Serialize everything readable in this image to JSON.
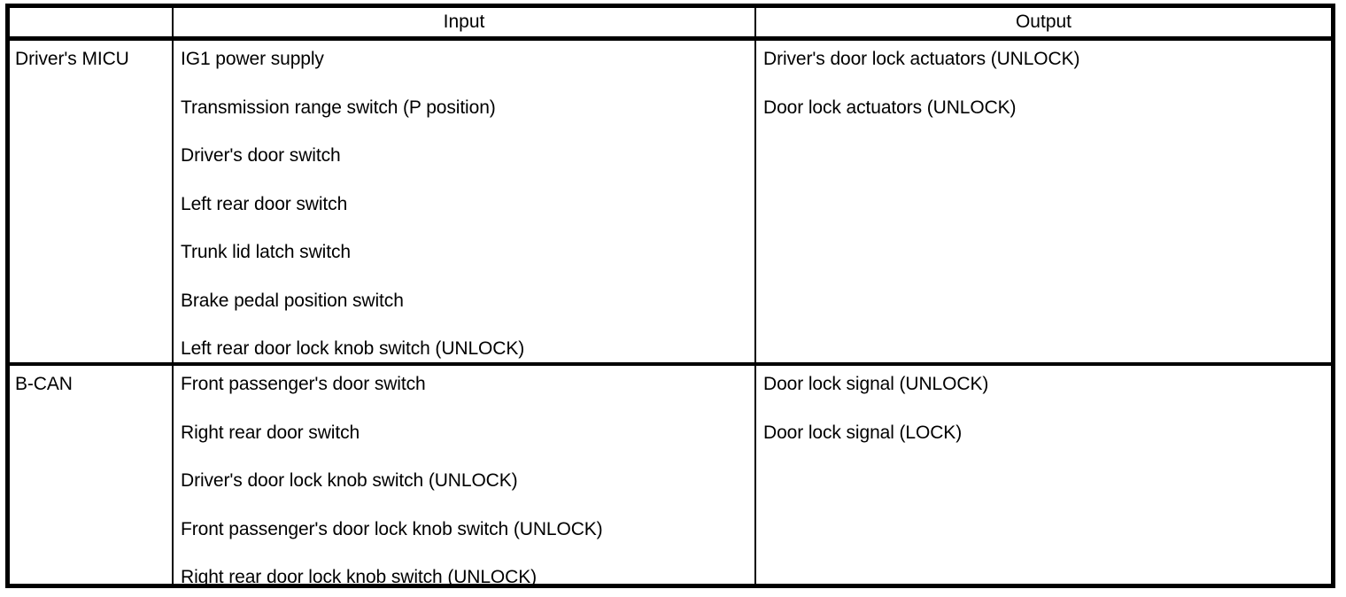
{
  "table": {
    "headers": {
      "label_column": "",
      "input": "Input",
      "output": "Output"
    },
    "sections": [
      {
        "label": "Driver's MICU",
        "inputs": [
          "IG1 power supply",
          "Transmission range switch (P position)",
          "Driver's door switch",
          "Left rear door switch",
          "Trunk lid latch switch",
          "Brake pedal position switch",
          "Left rear door lock knob switch (UNLOCK)"
        ],
        "outputs": [
          "Driver's door lock actuators (UNLOCK)",
          "Door lock actuators (UNLOCK)"
        ]
      },
      {
        "label": "B-CAN",
        "inputs": [
          "Front passenger's door switch",
          "Right rear door switch",
          "Driver's door lock knob switch (UNLOCK)",
          "Front passenger's door lock knob switch (UNLOCK)",
          "Right rear door lock knob switch (UNLOCK)"
        ],
        "outputs": [
          "Door lock signal (UNLOCK)",
          "Door lock signal (LOCK)"
        ]
      }
    ],
    "colors": {
      "border": "#000000",
      "text": "#000000",
      "background": "#ffffff"
    }
  }
}
